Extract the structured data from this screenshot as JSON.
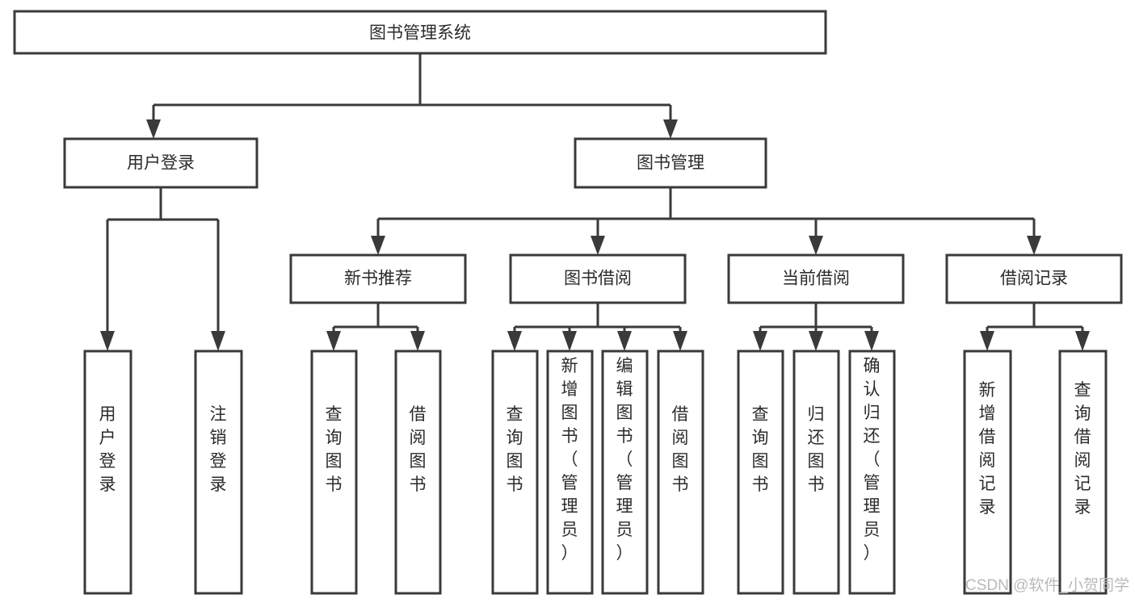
{
  "diagram": {
    "type": "tree-hierarchy",
    "title": "图书管理系统",
    "orientation": "top-down",
    "watermark": "CSDN @软件_小贺同学",
    "colors": {
      "box_stroke": "#3a3a3a",
      "box_fill": "#ffffff",
      "text": "#2b2b2b",
      "connector": "#3a3a3a",
      "background": "#ffffff",
      "watermark": "#b9b9b9"
    },
    "root": {
      "id": "root",
      "label": "图书管理系统",
      "text_orientation": "horizontal"
    },
    "level2": [
      {
        "id": "user-login",
        "label": "用户登录",
        "text_orientation": "horizontal"
      },
      {
        "id": "book-manage",
        "label": "图书管理",
        "text_orientation": "horizontal"
      }
    ],
    "level3": [
      {
        "id": "new-book-recommend",
        "label": "新书推荐",
        "parent": "book-manage",
        "text_orientation": "horizontal"
      },
      {
        "id": "book-borrow",
        "label": "图书借阅",
        "parent": "book-manage",
        "text_orientation": "horizontal"
      },
      {
        "id": "current-borrow",
        "label": "当前借阅",
        "parent": "book-manage",
        "text_orientation": "horizontal"
      },
      {
        "id": "borrow-record",
        "label": "借阅记录",
        "parent": "book-manage",
        "text_orientation": "horizontal"
      }
    ],
    "leaves": [
      {
        "id": "leaf-user-login",
        "label": "用户登录",
        "parent": "user-login",
        "chars": [
          "用",
          "户",
          "登",
          "录"
        ],
        "text_orientation": "vertical"
      },
      {
        "id": "leaf-logout",
        "label": "注销登录",
        "parent": "user-login",
        "chars": [
          "注",
          "销",
          "登",
          "录"
        ],
        "text_orientation": "vertical"
      },
      {
        "id": "leaf-query-book-1",
        "label": "查询图书",
        "parent": "new-book-recommend",
        "chars": [
          "查",
          "询",
          "图",
          "书"
        ],
        "text_orientation": "vertical"
      },
      {
        "id": "leaf-borrow-book-1",
        "label": "借阅图书",
        "parent": "new-book-recommend",
        "chars": [
          "借",
          "阅",
          "图",
          "书"
        ],
        "text_orientation": "vertical"
      },
      {
        "id": "leaf-query-book-2",
        "label": "查询图书",
        "parent": "book-borrow",
        "chars": [
          "查",
          "询",
          "图",
          "书"
        ],
        "text_orientation": "vertical"
      },
      {
        "id": "leaf-add-book",
        "label": "新增图书（管理员）",
        "parent": "book-borrow",
        "chars": [
          "新",
          "增",
          "图",
          "书",
          "（",
          "管",
          "理",
          "员",
          "）"
        ],
        "text_orientation": "vertical"
      },
      {
        "id": "leaf-edit-book",
        "label": "编辑图书（管理员）",
        "parent": "book-borrow",
        "chars": [
          "编",
          "辑",
          "图",
          "书",
          "（",
          "管",
          "理",
          "员",
          "）"
        ],
        "text_orientation": "vertical"
      },
      {
        "id": "leaf-borrow-book-2",
        "label": "借阅图书",
        "parent": "book-borrow",
        "chars": [
          "借",
          "阅",
          "图",
          "书"
        ],
        "text_orientation": "vertical"
      },
      {
        "id": "leaf-query-book-3",
        "label": "查询图书",
        "parent": "current-borrow",
        "chars": [
          "查",
          "询",
          "图",
          "书"
        ],
        "text_orientation": "vertical"
      },
      {
        "id": "leaf-return-book",
        "label": "归还图书",
        "parent": "current-borrow",
        "chars": [
          "归",
          "还",
          "图",
          "书"
        ],
        "text_orientation": "vertical"
      },
      {
        "id": "leaf-confirm-return",
        "label": "确认归还（管理员）",
        "parent": "current-borrow",
        "chars": [
          "确",
          "认",
          "归",
          "还",
          "（",
          "管",
          "理",
          "员",
          "）"
        ],
        "text_orientation": "vertical"
      },
      {
        "id": "leaf-add-borrow-record",
        "label": "新增借阅记录",
        "parent": "borrow-record",
        "chars": [
          "新",
          "增",
          "借",
          "阅",
          "记",
          "录"
        ],
        "text_orientation": "vertical"
      },
      {
        "id": "leaf-query-borrow-record",
        "label": "查询借阅记录",
        "parent": "borrow-record",
        "chars": [
          "查",
          "询",
          "借",
          "阅",
          "记",
          "录"
        ],
        "text_orientation": "vertical"
      }
    ]
  }
}
